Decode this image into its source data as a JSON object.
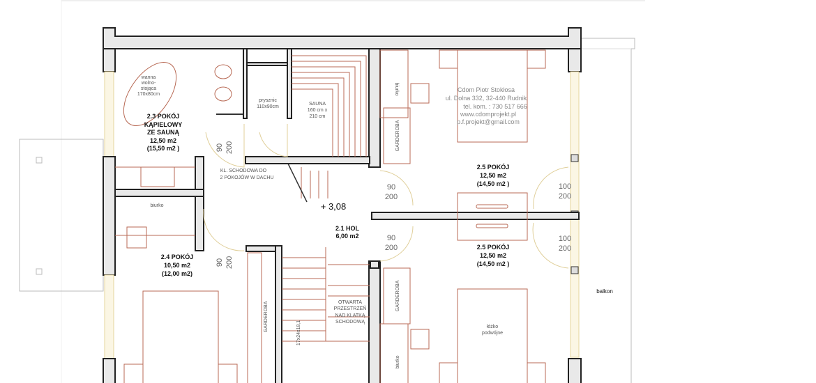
{
  "rooms": [
    {
      "name": "2.3 POKÓJ",
      "name2": "KĄPIELOWY",
      "name3": "ZE SAUNĄ",
      "area": "12,50 m2",
      "gross": "(15,50 m2 )"
    },
    {
      "name": "2.5 POKÓJ",
      "area": "12,50 m2",
      "gross": "(14,50 m2 )"
    },
    {
      "name": "2.1 HOL",
      "area": "6,00 m2"
    },
    {
      "name": "2.4 POKÓJ",
      "area": "10,50 m2",
      "gross": "(12,00 m2)"
    },
    {
      "name": "2.5 POKÓJ",
      "area": "12,50 m2",
      "gross": "(14,50 m2 )"
    }
  ],
  "fixtures": {
    "bathtub": [
      "wanna",
      "wolno-",
      "stojąca",
      "170x80cm"
    ],
    "shower": [
      "prysznic",
      "110x90cm"
    ],
    "sauna": [
      "SAUNA",
      "160 cm x",
      "210 cm"
    ],
    "stair_note": [
      "KL. SCHODOWA DO",
      "2 POKOJÓW W DACHU"
    ],
    "open_space": [
      "OTWARTA",
      "PRZESTRZEŃ",
      "NAD KLATKĄ",
      "SCHODOWĄ"
    ],
    "stairs_dim": "17x24x18,1",
    "desk": "biurko",
    "wardrobe": "GARDEROBA",
    "double_bed": [
      "łóżko",
      "podwójne"
    ],
    "balcony": "balkon"
  },
  "level": "+ 3,08",
  "doors": {
    "d90_w": "90",
    "d90_h": "200",
    "d100_w": "100",
    "d100_h": "200"
  },
  "watermark": [
    "Cdom Piotr Stokłosa",
    "ul. Dolna 332, 32-440 Rudnik",
    "tel. kom. : 730 517 666",
    "www.cdomprojekt.pl",
    "p.f.projekt@gmail.com"
  ]
}
